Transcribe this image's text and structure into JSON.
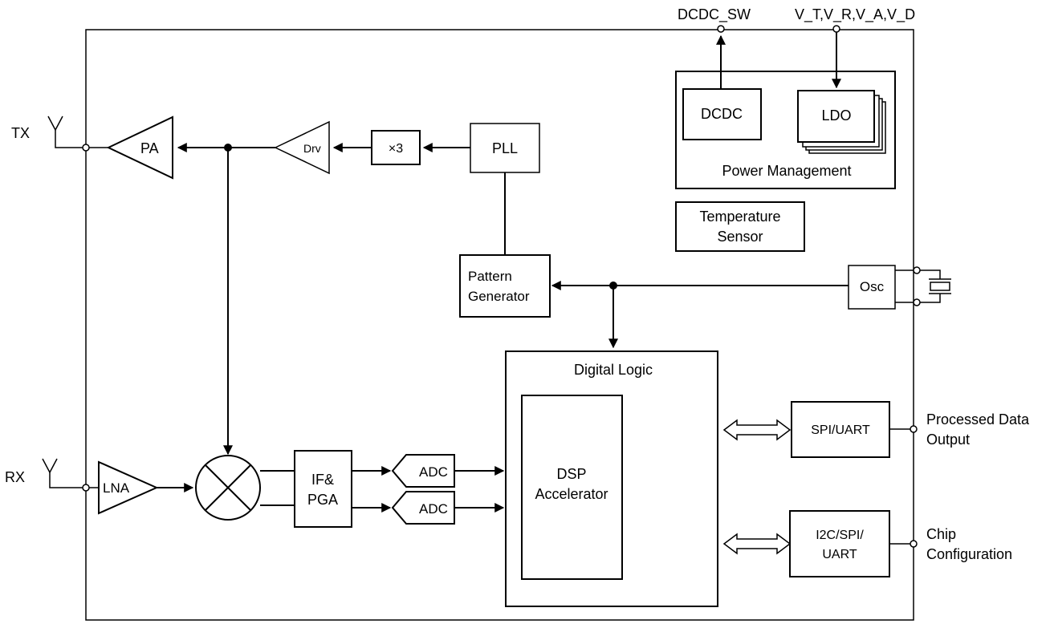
{
  "ports": {
    "tx": "TX",
    "rx": "RX",
    "dcdc_sw": "DCDC_SW",
    "supplies": "V_T,V_R,V_A,V_D",
    "processed_data_output": [
      "Processed Data",
      "Output"
    ],
    "chip_configuration": [
      "Chip",
      "Configuration"
    ]
  },
  "blocks": {
    "pa": "PA",
    "drv": "Drv",
    "tripler": "×3",
    "pll": "PLL",
    "pattern_generator": [
      "Pattern",
      "Generator"
    ],
    "lna": "LNA",
    "if_pga": [
      "IF&",
      "PGA"
    ],
    "adc_top": "ADC",
    "adc_bottom": "ADC",
    "digital_logic": "Digital Logic",
    "dsp_accelerator": [
      "DSP",
      "Accelerator"
    ],
    "spi_uart": "SPI/UART",
    "i2c_spi_uart": [
      "I2C/SPI/",
      "UART"
    ],
    "dcdc": "DCDC",
    "ldo": "LDO",
    "power_management": "Power Management",
    "temperature_sensor": [
      "Temperature",
      "Sensor"
    ],
    "osc": "Osc"
  }
}
